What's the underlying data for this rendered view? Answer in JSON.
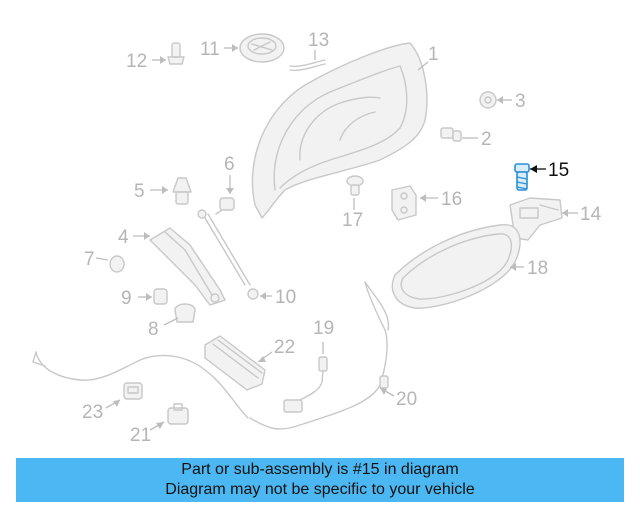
{
  "caption": {
    "line1": "Part or sub-assembly is #15 in diagram",
    "line2": "Diagram may not be specific to your vehicle"
  },
  "highlighted_callout": "15",
  "colors": {
    "banner": "#4cb8f3",
    "part_outline": "#c8c8c8",
    "callout_gray": "#b5b5b5",
    "highlight": "#111111",
    "highlight_part": "#2a8fd6"
  },
  "callouts": {
    "c1": "1",
    "c2": "2",
    "c3": "3",
    "c4": "4",
    "c5": "5",
    "c6": "6",
    "c7": "7",
    "c8": "8",
    "c9": "9",
    "c10": "10",
    "c11": "11",
    "c12": "12",
    "c13": "13",
    "c14": "14",
    "c15": "15",
    "c16": "16",
    "c17": "17",
    "c18": "18",
    "c19": "19",
    "c20": "20",
    "c21": "21",
    "c22": "22",
    "c23": "23"
  }
}
